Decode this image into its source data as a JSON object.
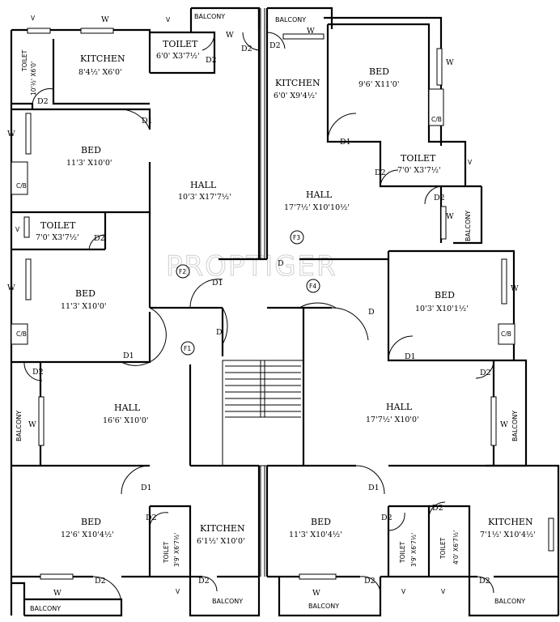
{
  "watermark": "PROPTIGER",
  "rooms": [
    {
      "name": "KITCHEN",
      "dim": "8'4½' X6'0'"
    },
    {
      "name": "TOILET",
      "dim": "10'½' X6'0'"
    },
    {
      "name": "TOILET",
      "dim": "6'0' X3'7½'"
    },
    {
      "name": "BED",
      "dim": "11'3' X10'0'"
    },
    {
      "name": "HALL",
      "dim": "10'3' X17'7½'"
    },
    {
      "name": "TOILET",
      "dim": "7'0' X3'7½'"
    },
    {
      "name": "BED",
      "dim": "11'3' X10'0'"
    },
    {
      "name": "KITCHEN",
      "dim": "6'0' X9'4½'"
    },
    {
      "name": "BED",
      "dim": "9'6' X11'0'"
    },
    {
      "name": "TOILET",
      "dim": "7'0' X3'7½'"
    },
    {
      "name": "HALL",
      "dim": "17'7½' X10'10½'"
    },
    {
      "name": "BED",
      "dim": "10'3' X10'1½'"
    },
    {
      "name": "HALL",
      "dim": "16'6' X10'0'"
    },
    {
      "name": "HALL",
      "dim": "17'7½' X10'0'"
    },
    {
      "name": "BED",
      "dim": "12'6' X10'4½'"
    },
    {
      "name": "TOILET",
      "dim": "3'9' X6'7½'"
    },
    {
      "name": "KITCHEN",
      "dim": "6'1½' X10'0'"
    },
    {
      "name": "BED",
      "dim": "11'3' X10'4½'"
    },
    {
      "name": "TOILET",
      "dim": "3'9' X6'7½'"
    },
    {
      "name": "TOILET",
      "dim": "4'0' X6'7½'"
    },
    {
      "name": "KITCHEN",
      "dim": "7'1½' X10'4½'"
    }
  ],
  "balcony_label": "BALCONY",
  "flats": [
    "F1",
    "F2",
    "F3",
    "F4"
  ],
  "doors": {
    "d1": "D1",
    "d2": "D2",
    "d": "D"
  },
  "marks": {
    "window": "W",
    "ventilator": "V",
    "cupboard": "C/B"
  }
}
